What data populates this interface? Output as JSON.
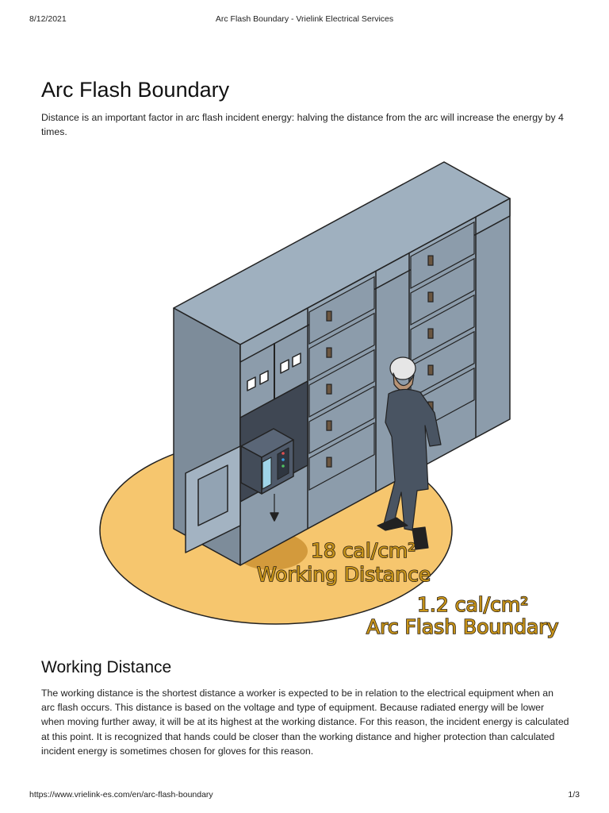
{
  "header": {
    "date": "8/12/2021",
    "title": "Arc Flash Boundary - Vrielink Electrical Services"
  },
  "article": {
    "title": "Arc Flash Boundary",
    "intro": "Distance is an important factor in arc flash incident energy: halving the distance from the arc will increase the energy by 4 times.",
    "section_title": "Working Distance",
    "section_body": "The working distance is the shortest distance a worker is expected to be in relation to the electrical equipment when an arc flash occurs. This distance is based on the voltage and type of equipment. Because radiated energy will be lower when moving further away, it will be at its highest at the working distance. For this reason, the incident energy is calculated at this point. It is recognized that hands could be closer than the working distance and higher protection than calculated incident energy is sometimes chosen for gloves for this reason."
  },
  "illustration": {
    "working_energy": "18 cal/cm²",
    "working_label": "Working Distance",
    "boundary_energy": "1.2 cal/cm²",
    "boundary_label": "Arc Flash Boundary",
    "colors": {
      "cabinet_front": "#8c9cab",
      "cabinet_side": "#7d8c9a",
      "cabinet_top": "#9fb0bf",
      "boundary_zone": "#f6c66e",
      "working_zone": "#d39a3c",
      "label_fill": "#c99519",
      "worker": "#495462"
    }
  },
  "footer": {
    "url": "https://www.vrielink-es.com/en/arc-flash-boundary",
    "page": "1/3"
  }
}
